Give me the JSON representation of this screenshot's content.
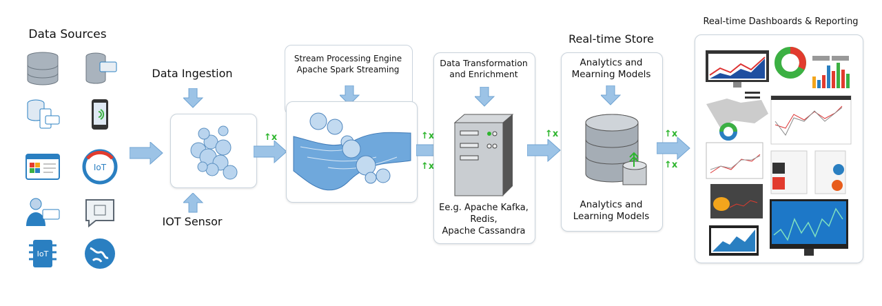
{
  "sources": {
    "title": "Data Sources",
    "icons": [
      "database-icon",
      "database-server-icon",
      "database-mobile-icon",
      "smartphone-signal-icon",
      "dashboard-window-icon",
      "iot-gauge-icon",
      "user-card-icon",
      "chat-device-icon",
      "iot-chip-icon",
      "globe-network-icon"
    ]
  },
  "ingestion": {
    "title": "Data Ingestion",
    "bottom_label": "IOT Sensor"
  },
  "stream": {
    "title_line1": "Stream Processing Engine",
    "title_line2": "Apache Spark Streaming"
  },
  "transform": {
    "title_line1": "Data Transformation",
    "title_line2": "and Enrichment",
    "examples_line1": "Ee.g. Apache Kafka,",
    "examples_line2": "Redis,",
    "examples_line3": "Apache Cassandra"
  },
  "store": {
    "title": "Real-time Store",
    "top_line1": "Analytics and",
    "top_line2": "Mearning Models",
    "bottom_line1": "Analytics and",
    "bottom_line2": "Learning Models"
  },
  "dashboards": {
    "title": "Real-time Dashboards & Reporting"
  },
  "colors": {
    "arrow": "#9cc3e6",
    "arrow_border": "#6fa3d2",
    "tick": "#2db52d",
    "blue": "#2a7fc1",
    "red": "#e23b2e",
    "green": "#3cb043"
  }
}
